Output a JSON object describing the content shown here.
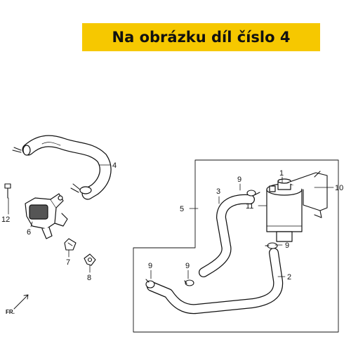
{
  "banner": {
    "text": "Na obrázku díl číslo 4"
  },
  "labels": {
    "p1": "1",
    "p2": "2",
    "p3": "3",
    "p4": "4",
    "p5": "5",
    "p6": "6",
    "p7": "7",
    "p8": "8",
    "p9a": "9",
    "p9b": "9",
    "p9c": "9",
    "p9d": "9",
    "p10": "10",
    "p11": "11",
    "p12": "12",
    "fr": "FR."
  },
  "colors": {
    "banner_bg": "#f6c800",
    "line": "#111111",
    "part_fill": "#ffffff"
  }
}
